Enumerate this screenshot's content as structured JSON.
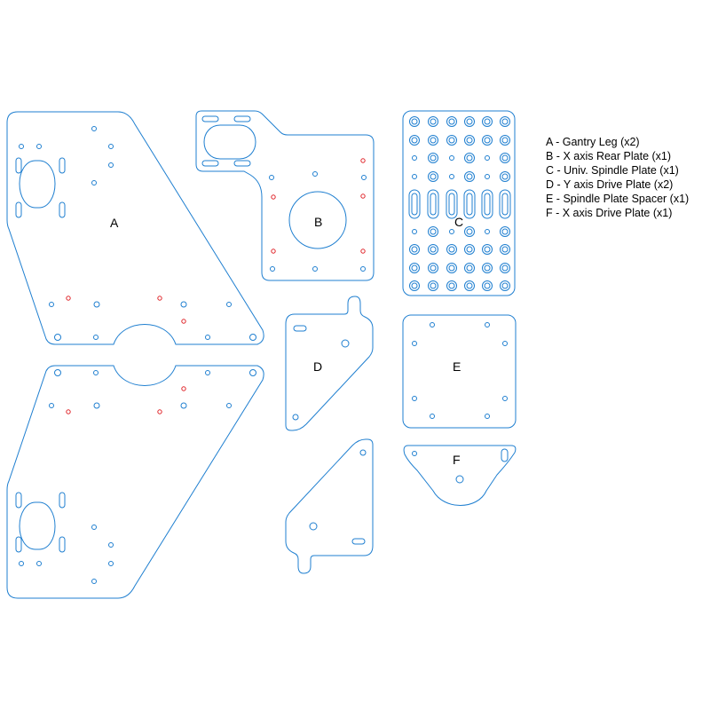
{
  "colors": {
    "cut": "#1f7fd0",
    "marker": "#e0262b",
    "text": "#000000",
    "background": "#ffffff"
  },
  "parts": {
    "a_top": {
      "letter": "A"
    },
    "b": {
      "letter": "B"
    },
    "c": {
      "letter": "C"
    },
    "d": {
      "letter": "D"
    },
    "e": {
      "letter": "E"
    },
    "f": {
      "letter": "F"
    }
  },
  "legend": [
    "A - Gantry Leg (x2)",
    "B - X axis Rear Plate (x1)",
    "C - Univ. Spindle Plate (x1)",
    "D - Y axis Drive Plate (x2)",
    "E - Spindle Plate Spacer (x1)",
    "F - X axis Drive Plate (x1)"
  ]
}
